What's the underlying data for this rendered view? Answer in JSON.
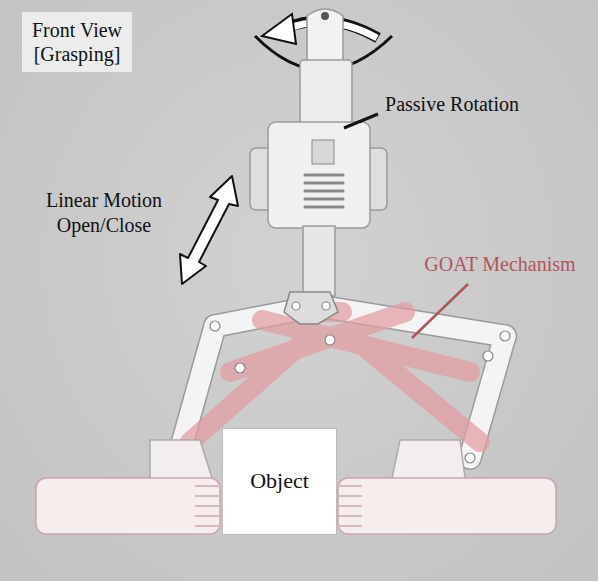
{
  "diagram": {
    "nodes": [
      {
        "text": [
          "Front View [Grasping]"
        ]
      },
      {
        "text": [
          "Object"
        ]
      }
    ],
    "labels": [
      "Passive Rotation",
      "Linear Motion Open/Close",
      "GOAT Mechanism"
    ]
  }
}
